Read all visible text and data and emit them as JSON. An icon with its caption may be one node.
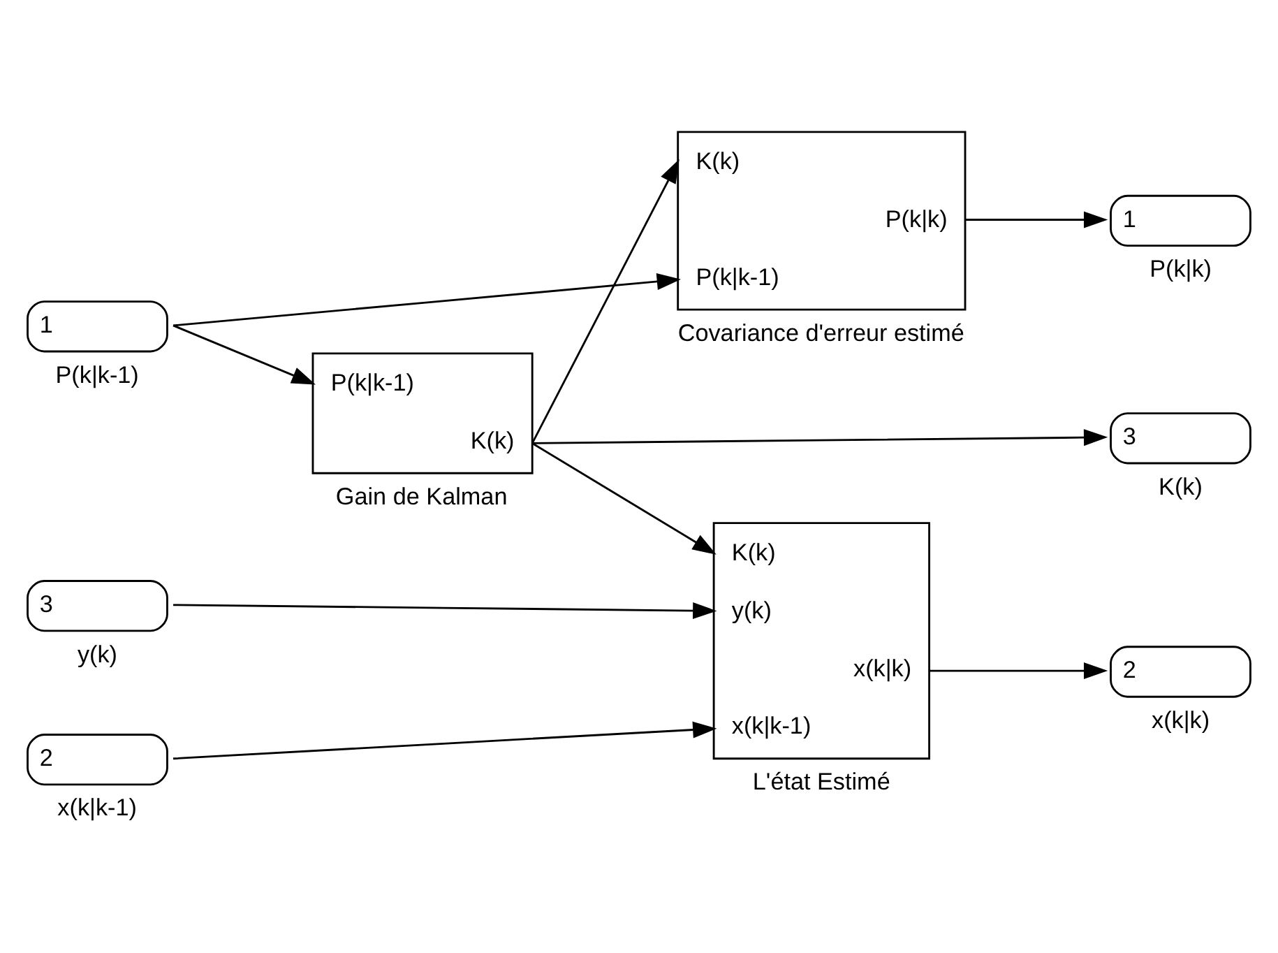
{
  "diagram": {
    "nodes": [
      {
        "text": [
          "1"
        ],
        "beside": [
          "P(k|k-1)"
        ]
      },
      {
        "text": [
          "3"
        ],
        "beside": [
          "y(k)"
        ]
      },
      {
        "text": [
          "2"
        ],
        "beside": [
          "x(k|k-1)"
        ]
      },
      {
        "text": [
          "P(k|k-1)",
          "K(k)"
        ],
        "beside": [
          "Gain de Kalman"
        ]
      },
      {
        "text": [
          "K(k)",
          "y(k)",
          "x(k|k)",
          "x(k|k-1)"
        ],
        "beside": [
          "L'état Estimé"
        ]
      },
      {
        "text": [
          "K(k)",
          "P(k|k)",
          "P(k|k-1)"
        ],
        "beside": [
          "Covariance d'erreur estimé"
        ]
      },
      {
        "text": [
          "3"
        ],
        "beside": [
          "K(k)"
        ]
      },
      {
        "text": [
          "2"
        ],
        "beside": [
          "x(k|k)"
        ]
      },
      {
        "text": [
          "1"
        ],
        "beside": [
          "P(k|k)"
        ]
      }
    ],
    "edges": [
      {
        "from": 0,
        "to": 3,
        "arrow": "to"
      },
      {
        "from": 0,
        "to": 5,
        "arrow": "to"
      },
      {
        "from": 3,
        "to": 6,
        "arrow": "to"
      },
      {
        "from": 3,
        "to": 4,
        "arrow": "to"
      },
      {
        "from": 3,
        "to": 5,
        "arrow": "to"
      },
      {
        "from": 1,
        "to": 4,
        "arrow": "to"
      },
      {
        "from": 2,
        "to": 4,
        "arrow": "to"
      },
      {
        "from": 4,
        "to": 7,
        "arrow": "to"
      },
      {
        "from": 5,
        "to": 8,
        "arrow": "to"
      }
    ]
  }
}
